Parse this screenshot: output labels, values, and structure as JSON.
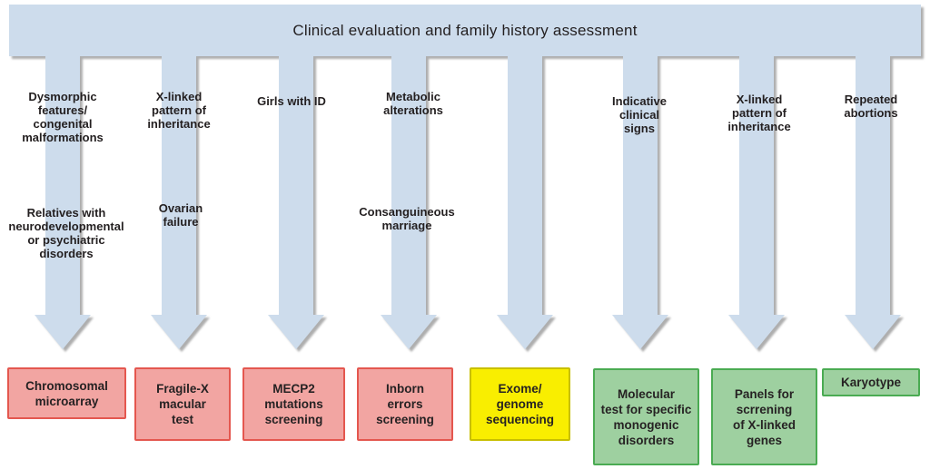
{
  "title": "Clinical evaluation and family history assessment",
  "palette": {
    "banner_arrow_blue": "#cddcec",
    "shadow_gray": "#8c8c8c",
    "box_pink": "#f2a5a2",
    "box_pink_border": "#e4574f",
    "box_yellow": "#f9ee00",
    "box_yellow_border": "#c8bf00",
    "box_green": "#9ed0a0",
    "box_green_border": "#4aab52",
    "text": "#231f20"
  },
  "columns": [
    {
      "indications": [
        "Dysmorphic\nfeatures/\ncongenital\nmalformations",
        "Relatives with\nneurodevelopmental\nor psychiatric\ndisorders"
      ],
      "test": "Chromosomal\nmicroarray",
      "color": "pink"
    },
    {
      "indications": [
        "X-linked\npattern of\ninheritance",
        "Ovarian\nfailure"
      ],
      "test": "Fragile-X\nmacular\ntest",
      "color": "pink"
    },
    {
      "indications": [
        "Girls with ID"
      ],
      "test": "MECP2\nmutations\nscreening",
      "color": "pink"
    },
    {
      "indications": [
        "Metabolic\nalterations",
        "Consanguineous\nmarriage"
      ],
      "test": "Inborn\nerrors\nscreening",
      "color": "pink"
    },
    {
      "indications": [],
      "test": "Exome/\ngenome\nsequencing",
      "color": "yellow"
    },
    {
      "indications": [
        "Indicative\nclinical\nsigns"
      ],
      "test": "Molecular\ntest for specific\nmonogenic\ndisorders",
      "color": "green"
    },
    {
      "indications": [
        "X-linked\npattern of\ninheritance"
      ],
      "test": "Panels for\nscrrening\nof X-linked\ngenes",
      "color": "green"
    },
    {
      "indications": [
        "Repeated\nabortions"
      ],
      "test": "Karyotype",
      "color": "green"
    }
  ]
}
